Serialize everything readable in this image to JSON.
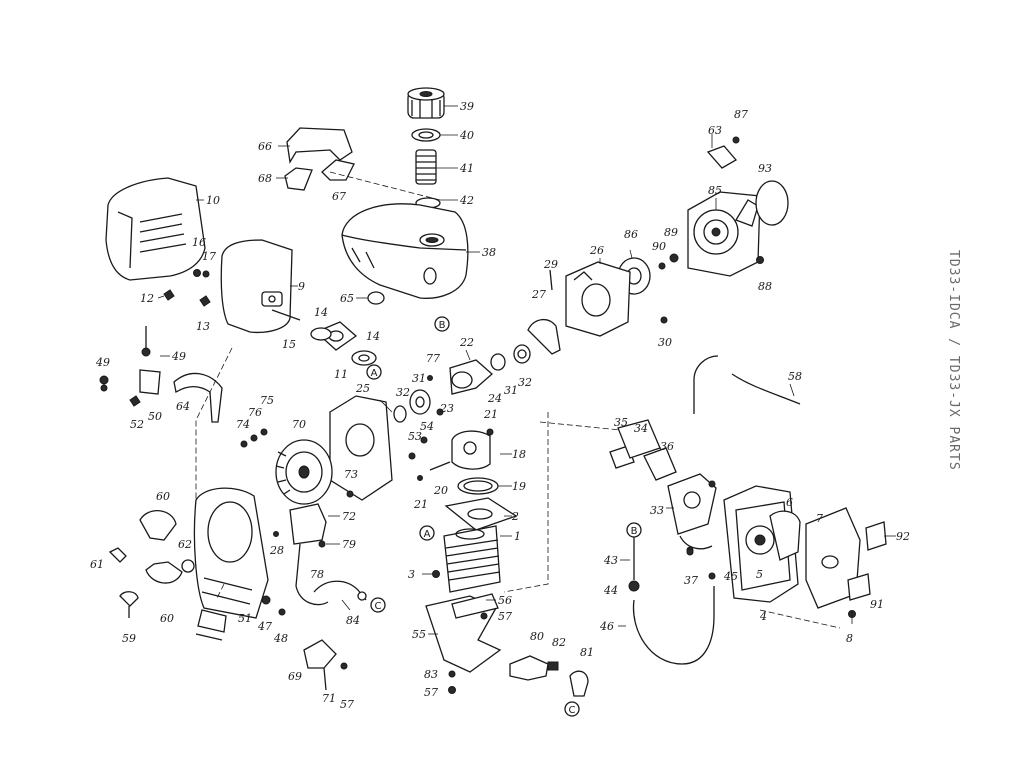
{
  "diagram": {
    "side_label": "TD33-IDCA / TD33-JX PARTS",
    "callouts": [
      {
        "id": "c39",
        "text": "39"
      },
      {
        "id": "c40",
        "text": "40"
      },
      {
        "id": "c41",
        "text": "41"
      },
      {
        "id": "c42",
        "text": "42"
      },
      {
        "id": "c38",
        "text": "38"
      },
      {
        "id": "c66",
        "text": "66"
      },
      {
        "id": "c68",
        "text": "68"
      },
      {
        "id": "c67",
        "text": "67"
      },
      {
        "id": "c65",
        "text": "65"
      },
      {
        "id": "c10",
        "text": "10"
      },
      {
        "id": "c16",
        "text": "16"
      },
      {
        "id": "c17",
        "text": "17"
      },
      {
        "id": "c9",
        "text": "9"
      },
      {
        "id": "c12",
        "text": "12"
      },
      {
        "id": "c13",
        "text": "13"
      },
      {
        "id": "c15",
        "text": "15"
      },
      {
        "id": "c14a",
        "text": "14"
      },
      {
        "id": "c14b",
        "text": "14"
      },
      {
        "id": "c11",
        "text": "11"
      },
      {
        "id": "c49a",
        "text": "49"
      },
      {
        "id": "c49b",
        "text": "49"
      },
      {
        "id": "c50",
        "text": "50"
      },
      {
        "id": "c52",
        "text": "52"
      },
      {
        "id": "c64",
        "text": "64"
      },
      {
        "id": "c63",
        "text": "63"
      },
      {
        "id": "c87",
        "text": "87"
      },
      {
        "id": "c93",
        "text": "93"
      },
      {
        "id": "c85",
        "text": "85"
      },
      {
        "id": "c86",
        "text": "86"
      },
      {
        "id": "c90",
        "text": "90"
      },
      {
        "id": "c89",
        "text": "89"
      },
      {
        "id": "c88",
        "text": "88"
      },
      {
        "id": "c26",
        "text": "26"
      },
      {
        "id": "c29",
        "text": "29"
      },
      {
        "id": "c27",
        "text": "27"
      },
      {
        "id": "c30",
        "text": "30"
      },
      {
        "id": "c22",
        "text": "22"
      },
      {
        "id": "c77",
        "text": "77"
      },
      {
        "id": "c31a",
        "text": "31"
      },
      {
        "id": "c31b",
        "text": "31"
      },
      {
        "id": "c32a",
        "text": "32"
      },
      {
        "id": "c32b",
        "text": "32"
      },
      {
        "id": "c24",
        "text": "24"
      },
      {
        "id": "c23",
        "text": "23"
      },
      {
        "id": "c25",
        "text": "25"
      },
      {
        "id": "c53",
        "text": "53"
      },
      {
        "id": "c54",
        "text": "54"
      },
      {
        "id": "c21a",
        "text": "21"
      },
      {
        "id": "c21b",
        "text": "21"
      },
      {
        "id": "c18",
        "text": "18"
      },
      {
        "id": "c20",
        "text": "20"
      },
      {
        "id": "c19",
        "text": "19"
      },
      {
        "id": "c2",
        "text": "2"
      },
      {
        "id": "c1",
        "text": "1"
      },
      {
        "id": "c3",
        "text": "3"
      },
      {
        "id": "c56",
        "text": "56"
      },
      {
        "id": "c57a",
        "text": "57"
      },
      {
        "id": "c55",
        "text": "55"
      },
      {
        "id": "c83",
        "text": "83"
      },
      {
        "id": "c57b",
        "text": "57"
      },
      {
        "id": "c80",
        "text": "80"
      },
      {
        "id": "c82",
        "text": "82"
      },
      {
        "id": "c81",
        "text": "81"
      },
      {
        "id": "c74",
        "text": "74"
      },
      {
        "id": "c76",
        "text": "76"
      },
      {
        "id": "c75",
        "text": "75"
      },
      {
        "id": "c70",
        "text": "70"
      },
      {
        "id": "c73",
        "text": "73"
      },
      {
        "id": "c72",
        "text": "72"
      },
      {
        "id": "c79",
        "text": "79"
      },
      {
        "id": "c28",
        "text": "28"
      },
      {
        "id": "c78",
        "text": "78"
      },
      {
        "id": "c84",
        "text": "84"
      },
      {
        "id": "c60a",
        "text": "60"
      },
      {
        "id": "c60b",
        "text": "60"
      },
      {
        "id": "c61",
        "text": "61"
      },
      {
        "id": "c62",
        "text": "62"
      },
      {
        "id": "c59",
        "text": "59"
      },
      {
        "id": "c51",
        "text": "51"
      },
      {
        "id": "c47",
        "text": "47"
      },
      {
        "id": "c48",
        "text": "48"
      },
      {
        "id": "c69",
        "text": "69"
      },
      {
        "id": "c71",
        "text": "71"
      },
      {
        "id": "c57c",
        "text": "57"
      },
      {
        "id": "c58",
        "text": "58"
      },
      {
        "id": "c35",
        "text": "35"
      },
      {
        "id": "c34",
        "text": "34"
      },
      {
        "id": "c36",
        "text": "36"
      },
      {
        "id": "c33",
        "text": "33"
      },
      {
        "id": "c6",
        "text": "6"
      },
      {
        "id": "c7",
        "text": "7"
      },
      {
        "id": "c92",
        "text": "92"
      },
      {
        "id": "c5",
        "text": "5"
      },
      {
        "id": "c4",
        "text": "4"
      },
      {
        "id": "c91",
        "text": "91"
      },
      {
        "id": "c8",
        "text": "8"
      },
      {
        "id": "c43",
        "text": "43"
      },
      {
        "id": "c44",
        "text": "44"
      },
      {
        "id": "c46",
        "text": "46"
      },
      {
        "id": "c37",
        "text": "37"
      },
      {
        "id": "c45",
        "text": "45"
      }
    ],
    "refs": [
      {
        "id": "rA1",
        "text": "A"
      },
      {
        "id": "rA2",
        "text": "A"
      },
      {
        "id": "rB1",
        "text": "B"
      },
      {
        "id": "rB2",
        "text": "B"
      },
      {
        "id": "rC1",
        "text": "C"
      },
      {
        "id": "rC2",
        "text": "C"
      }
    ]
  }
}
